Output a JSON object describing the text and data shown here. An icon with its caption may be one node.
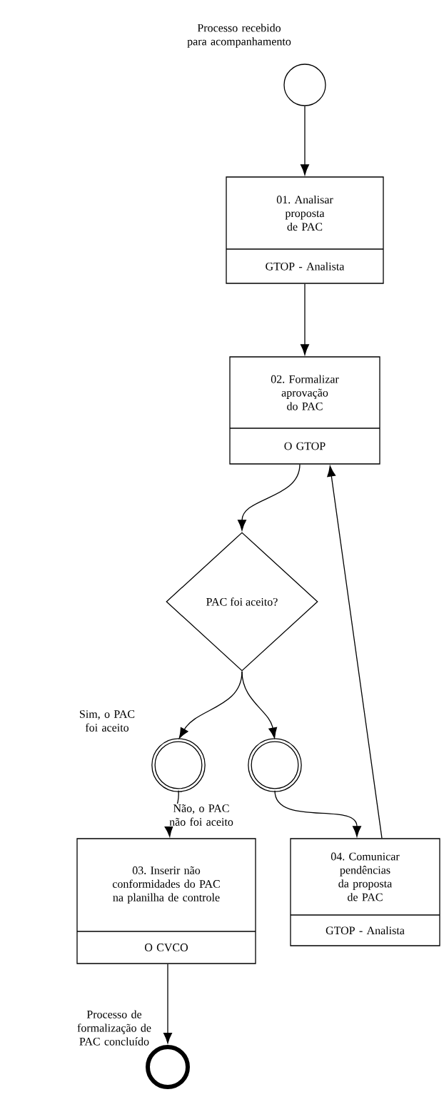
{
  "diagram": {
    "nodes": [
      {
        "text": [],
        "shape": "circle",
        "beside": [
          "Processo recebido para acompanhamento"
        ]
      },
      {
        "text": [
          "01. Analisar proposta de PAC",
          "GTOP - Analista"
        ]
      },
      {
        "text": [
          "02. Formalizar aprovação do PAC",
          "O GTOP"
        ]
      },
      {
        "text": [
          "PAC foi aceito?"
        ]
      },
      {
        "text": [],
        "shape": "circle",
        "beside": [
          "Sim, o PAC foi aceito"
        ]
      },
      {
        "text": [],
        "shape": "circle"
      },
      {
        "text": [
          "03. Inserir não conformidades do PAC na planilha de controle",
          "O CVCO"
        ]
      },
      {
        "text": [
          "04. Comunicar pendências da proposta de PAC",
          "GTOP - Analista"
        ]
      },
      {
        "text": [],
        "shape": "circle",
        "beside": [
          "Processo de formalização de PAC concluído"
        ]
      }
    ],
    "edges": [
      {
        "from": 0,
        "to": 1,
        "arrow": "to"
      },
      {
        "from": 1,
        "to": 2,
        "arrow": "to"
      },
      {
        "from": 2,
        "to": 3,
        "arrow": "to"
      },
      {
        "from": 3,
        "to": 4,
        "arrow": "to"
      },
      {
        "from": 3,
        "to": 5,
        "arrow": "to"
      },
      {
        "from": 4,
        "to": 6,
        "arrow": "to"
      },
      {
        "from": 5,
        "to": 7,
        "arrow": "to"
      },
      {
        "from": 7,
        "to": 2,
        "arrow": "to"
      },
      {
        "from": 6,
        "to": 8,
        "arrow": "to"
      }
    ],
    "labels": [
      "Não, o PAC não foi aceito"
    ]
  }
}
